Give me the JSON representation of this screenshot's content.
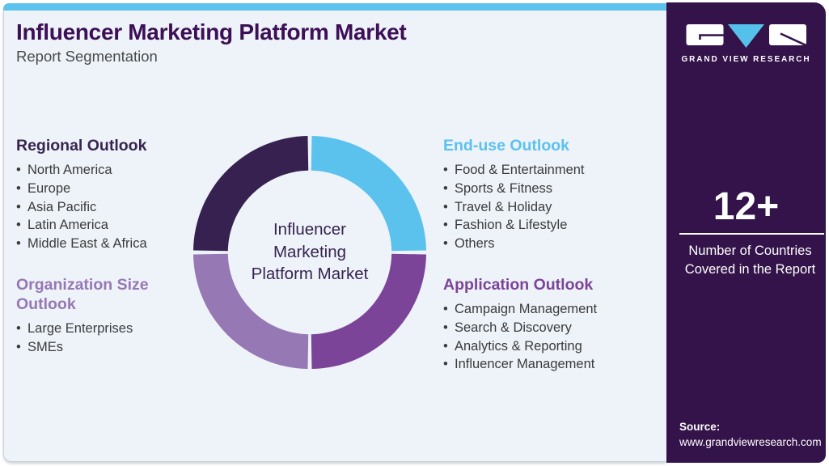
{
  "page": {
    "title": "Influencer Marketing Platform Market",
    "subtitle": "Report Segmentation"
  },
  "brand": {
    "name": "GRAND VIEW RESEARCH"
  },
  "sections": [
    {
      "heading": "Regional Outlook",
      "color": "#37254f",
      "items": [
        "North America",
        "Europe",
        "Asia Pacific",
        "Latin America",
        "Middle East & Africa"
      ]
    },
    {
      "heading": "Organization Size\nOutlook",
      "color": "#9678b5",
      "items": [
        "Large Enterprises",
        "SMEs"
      ]
    },
    {
      "heading": "End-use Outlook",
      "color": "#5bc2ee",
      "items": [
        "Food & Entertainment",
        "Sports & Fitness",
        "Travel & Holiday",
        "Fashion & Lifestyle",
        "Others"
      ]
    },
    {
      "heading": "Application Outlook",
      "color": "#7b4499",
      "items": [
        "Campaign Management",
        "Search & Discovery",
        "Analytics & Reporting",
        "Influencer Management"
      ]
    }
  ],
  "donut": {
    "type": "pie",
    "center_label": "Influencer\nMarketing\nPlatform Market",
    "segments": [
      {
        "name": "Regional Outlook",
        "value": 25,
        "color": "#362150",
        "position": "top-left"
      },
      {
        "name": "End-use Outlook",
        "value": 25,
        "color": "#5bc2ee",
        "position": "top-right"
      },
      {
        "name": "Application Outlook",
        "value": 25,
        "color": "#7b4499",
        "position": "bottom-right"
      },
      {
        "name": "Organization Size Outlook",
        "value": 25,
        "color": "#9678b5",
        "position": "bottom-left"
      }
    ]
  },
  "sidebar": {
    "stat_value": "12+",
    "stat_label": "Number of Countries\nCovered in the Report",
    "source_label": "Source:",
    "source_url": "www.grandviewresearch.com"
  },
  "colors": {
    "accent_cyan": "#5cc3ee",
    "sidebar_bg": "#331349",
    "card_bg": "#eef3f9",
    "title": "#3c0f56",
    "body_text": "#3b3b3b"
  }
}
